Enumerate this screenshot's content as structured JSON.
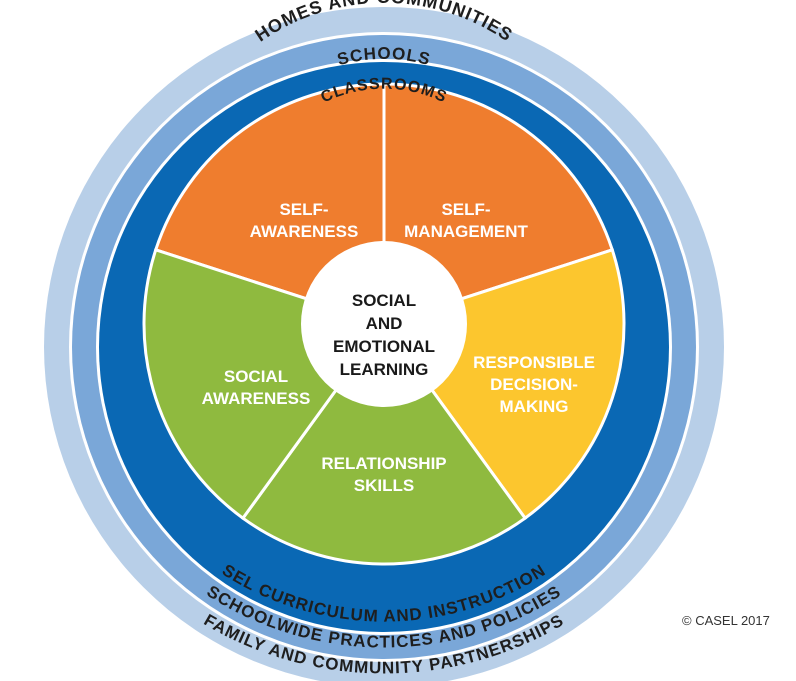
{
  "colors": {
    "outer_ring": "#b8cfe8",
    "middle_ring": "#7aa7d8",
    "inner_ring": "#0a68b4",
    "divider_ring": "#ffffff",
    "orange": "#ef7d2e",
    "green": "#8fba3f",
    "yellow": "#fcc62e",
    "center": "#ffffff"
  },
  "rings": {
    "outer_top": "HOMES AND COMMUNITIES",
    "middle_top": "SCHOOLS",
    "inner_top": "CLASSROOMS",
    "inner_bottom": "SEL CURRICULUM AND INSTRUCTION",
    "middle_bottom": "SCHOOLWIDE PRACTICES AND POLICIES",
    "outer_bottom": "FAMILY AND COMMUNITY PARTNERSHIPS"
  },
  "segments": [
    {
      "id": "self-awareness",
      "lines": [
        "SELF-",
        "AWARENESS"
      ],
      "color": "orange"
    },
    {
      "id": "self-management",
      "lines": [
        "SELF-",
        "MANAGEMENT"
      ],
      "color": "orange"
    },
    {
      "id": "responsible-decision-making",
      "lines": [
        "RESPONSIBLE",
        "DECISION-",
        "MAKING"
      ],
      "color": "yellow"
    },
    {
      "id": "relationship-skills",
      "lines": [
        "RELATIONSHIP",
        "SKILLS"
      ],
      "color": "green"
    },
    {
      "id": "social-awareness",
      "lines": [
        "SOCIAL",
        "AWARENESS"
      ],
      "color": "green"
    }
  ],
  "center": {
    "line1": "SOCIAL",
    "line2": "AND",
    "line3": "EMOTIONAL",
    "line4": "LEARNING"
  },
  "copyright": "© CASEL 2017"
}
